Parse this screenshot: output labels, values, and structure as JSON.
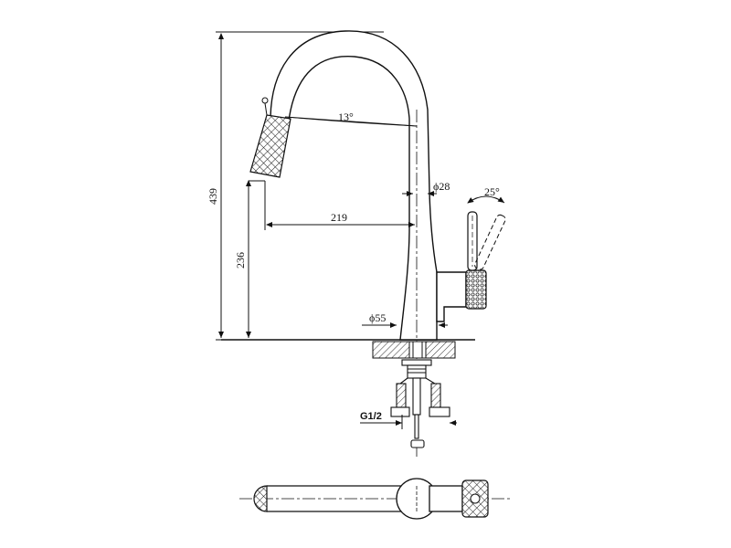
{
  "dimensions": {
    "total_height": "439",
    "spout_height": "236",
    "reach": "219",
    "spout_angle": "13°",
    "lever_angle": "25°",
    "body_diameter": "ϕ28",
    "base_diameter": "ϕ55",
    "thread": "G1/2"
  },
  "colors": {
    "line": "#111111",
    "hatch": "#333333",
    "background": "#ffffff"
  }
}
